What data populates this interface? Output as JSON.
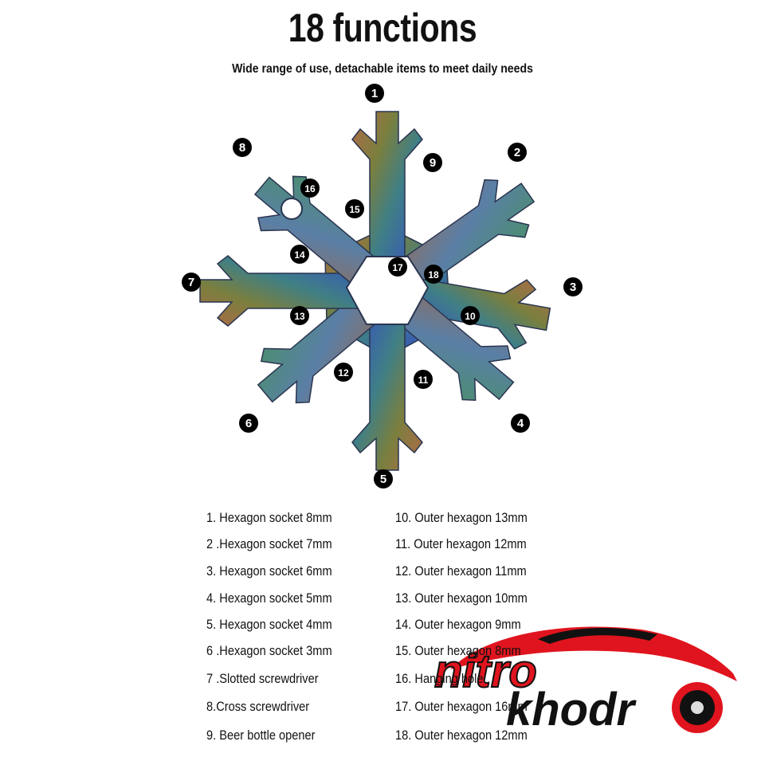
{
  "header": {
    "title": "18 functions",
    "subtitle": "Wide range of use, detachable items to meet daily needs"
  },
  "colors": {
    "tool_metal": [
      "#3a6fb0",
      "#4b8a8a",
      "#7a7f3e",
      "#b06a48",
      "#6a5aa8"
    ],
    "callout_fill": "#000000",
    "callout_text": "#ffffff",
    "watermark_red": "#e0141e",
    "watermark_black": "#111111"
  },
  "callouts": [
    "1",
    "2",
    "3",
    "4",
    "5",
    "6",
    "7",
    "8",
    "9",
    "10",
    "11",
    "12",
    "13",
    "14",
    "15",
    "16",
    "17",
    "18"
  ],
  "functions": [
    "1. Hexagon socket 8mm",
    "2 .Hexagon socket 7mm",
    "3. Hexagon socket 6mm",
    "4. Hexagon socket 5mm",
    "5. Hexagon socket 4mm",
    "6 .Hexagon socket 3mm",
    "7 .Slotted screwdriver",
    "8.Cross screwdriver",
    "9. Beer bottle opener",
    "10. Outer hexagon 13mm",
    "11. Outer hexagon 12mm",
    "12. Outer hexagon 11mm",
    "13. Outer hexagon 10mm",
    "14. Outer hexagon 9mm",
    "15. Outer hexagon 8mm",
    "16. Hanging hole",
    "17. Outer hexagon 16mm",
    "18. Outer hexagon 12mm"
  ],
  "watermark": {
    "line1": "nitro",
    "line2": "khodr"
  }
}
